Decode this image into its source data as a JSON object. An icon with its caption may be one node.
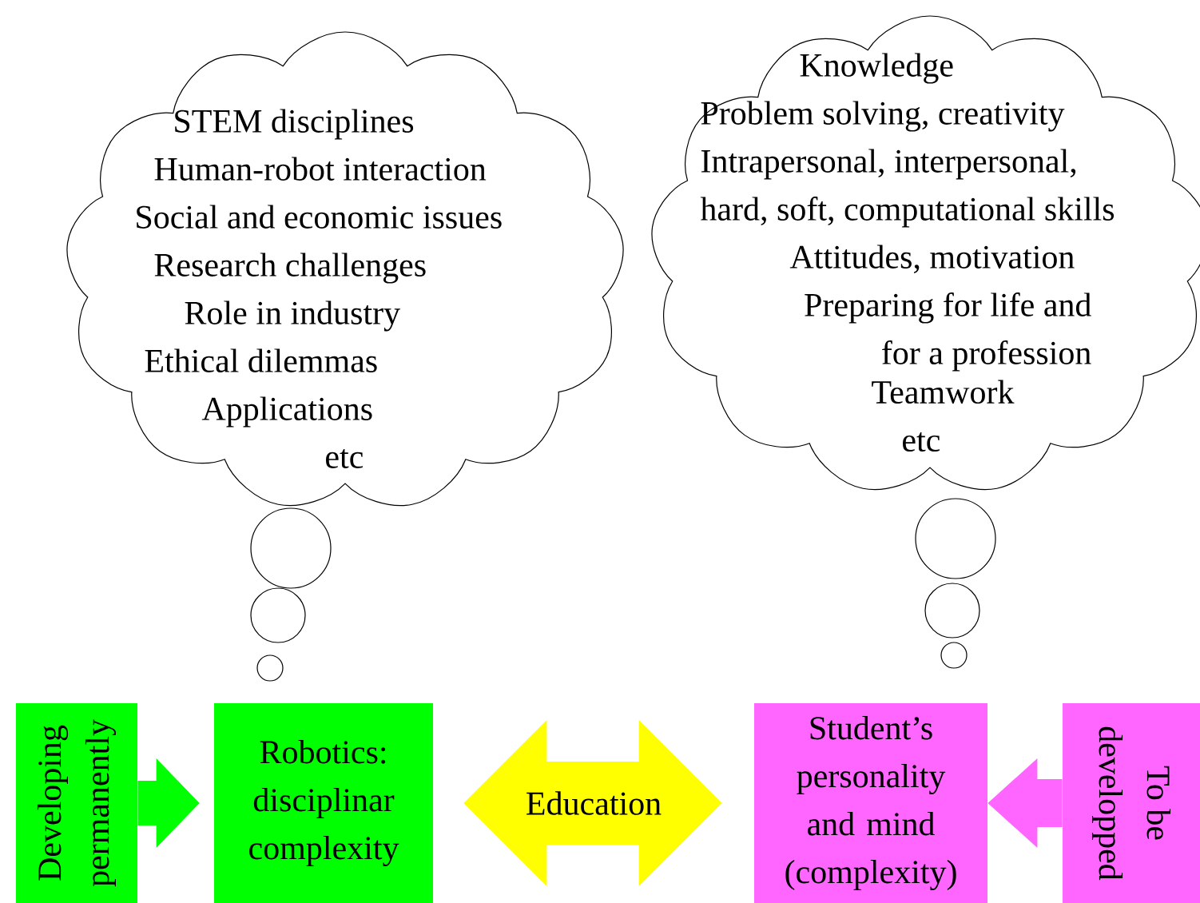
{
  "diagram": {
    "nodes": [
      {
        "text": [
          "STEM disciplines",
          "Human-robot interaction",
          "Social and economic issues",
          "Research challenges",
          "Role in industry",
          "Ethical dilemmas",
          "Applications",
          "etc"
        ]
      },
      {
        "text": [
          "Knowledge",
          "Problem solving, creativity",
          "Intrapersonal, interpersonal,",
          "hard, soft, computational skills",
          "Attitudes, motivation",
          "Preparing for life and for a profession",
          "Teamwork",
          "etc"
        ]
      },
      {
        "text": [
          "Developing permanently"
        ]
      },
      {
        "text": [
          "Robotics: disciplinar complexity"
        ]
      },
      {
        "text": [
          "Student’s personality and mind (complexity)"
        ]
      },
      {
        "text": [
          "To be developped"
        ]
      }
    ],
    "edges": [
      {
        "from": 2,
        "to": 3,
        "arrow": "to",
        "color": "#00ff00"
      },
      {
        "from": 3,
        "to": 4,
        "arrow": "both",
        "label": "Education",
        "color": "#ffff00"
      },
      {
        "from": 5,
        "to": 4,
        "arrow": "to",
        "color": "#ff66ff"
      }
    ]
  }
}
